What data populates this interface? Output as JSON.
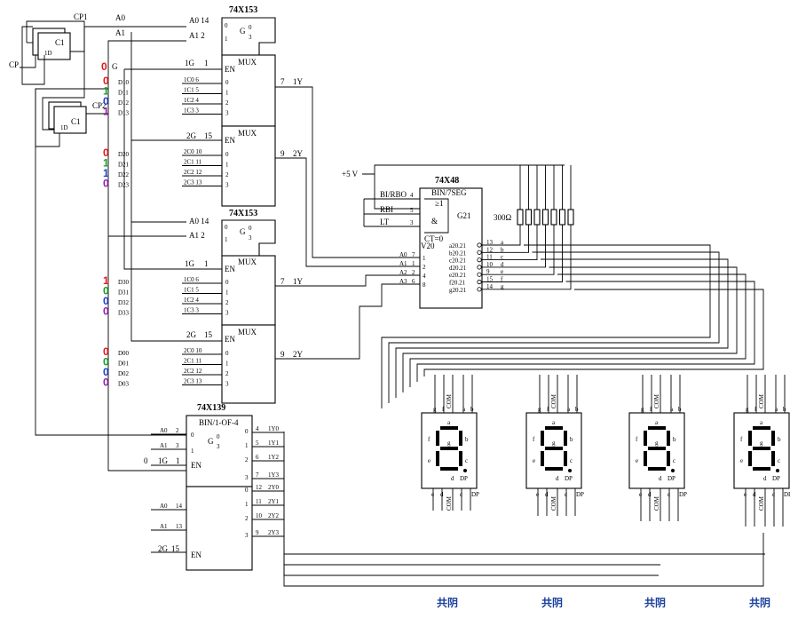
{
  "colors": {
    "red": "#e0171b",
    "green": "#1a9a2a",
    "blue": "#1f3fc4",
    "purple": "#8e1fa8",
    "chinese": "#1a3f9c"
  },
  "labels": {
    "cp": "CP",
    "cp1": "CP1",
    "cp2": "CP2",
    "c1": "C1",
    "one_d": "1D",
    "a0": "A0",
    "a1": "A1",
    "g_bar": "G",
    "vcc": "+5 V",
    "res": "300Ω"
  },
  "mux_upper": {
    "title": "74X153",
    "sel_pins": [
      "A0 14",
      "A1 2"
    ],
    "g_frac": [
      "G",
      "0",
      "3"
    ],
    "en_label": "1G",
    "en_pin": "1",
    "en_text": "EN",
    "mux1": {
      "label": "MUX",
      "out_pin": "7",
      "out_name": "1Y",
      "inputs": [
        {
          "pin": "1C0 6",
          "d": "D10",
          "val": "0",
          "color": "red"
        },
        {
          "pin": "1C1 5",
          "d": "D11",
          "val": "1",
          "color": "green"
        },
        {
          "pin": "1C2 4",
          "d": "D12",
          "val": "0",
          "color": "blue"
        },
        {
          "pin": "1C3 3",
          "d": "D13",
          "val": "1",
          "color": "purple"
        }
      ]
    },
    "mux2": {
      "label": "MUX",
      "en_label": "2G",
      "en_pin": "15",
      "out_pin": "9",
      "out_name": "2Y",
      "inputs": [
        {
          "pin": "2C0 10",
          "d": "D20",
          "val": "0",
          "color": "red"
        },
        {
          "pin": "2C1 11",
          "d": "D21",
          "val": "1",
          "color": "green"
        },
        {
          "pin": "2C2 12",
          "d": "D22",
          "val": "1",
          "color": "blue"
        },
        {
          "pin": "2C3 13",
          "d": "D23",
          "val": "0",
          "color": "purple"
        }
      ]
    },
    "g_value": "0"
  },
  "mux_lower": {
    "title": "74X153",
    "sel_pins": [
      "A0 14",
      "A1 2"
    ],
    "mux1": {
      "label": "MUX",
      "en_label": "1G",
      "en_pin": "1",
      "out_pin": "7",
      "out_name": "1Y",
      "inputs": [
        {
          "pin": "1C0 6",
          "d": "D30",
          "val": "1",
          "color": "red"
        },
        {
          "pin": "1C1 5",
          "d": "D31",
          "val": "0",
          "color": "green"
        },
        {
          "pin": "1C2 4",
          "d": "D32",
          "val": "0",
          "color": "blue"
        },
        {
          "pin": "1C3 3",
          "d": "D33",
          "val": "0",
          "color": "purple"
        }
      ]
    },
    "mux2": {
      "label": "MUX",
      "en_label": "2G",
      "en_pin": "15",
      "out_pin": "9",
      "out_name": "2Y",
      "inputs": [
        {
          "pin": "2C0 10",
          "d": "D00",
          "val": "0",
          "color": "red"
        },
        {
          "pin": "2C1 11",
          "d": "D01",
          "val": "0",
          "color": "green"
        },
        {
          "pin": "2C2 12",
          "d": "D02",
          "val": "0",
          "color": "blue"
        },
        {
          "pin": "2C3 13",
          "d": "D03",
          "val": "0",
          "color": "purple"
        }
      ]
    }
  },
  "decoder_seg": {
    "title": "74X48",
    "func": "BIN/7SEG",
    "ctl": [
      {
        "name": "BI/RBO",
        "pin": "4"
      },
      {
        "name": "RBI",
        "pin": "5"
      },
      {
        "name": "LT",
        "pin": "3"
      }
    ],
    "ge1": "≥1",
    "amp": "&",
    "g21": "G21",
    "ct0": "CT=0",
    "v20": "V20",
    "inputs": [
      {
        "name": "A0",
        "pin": "7",
        "idx": "1"
      },
      {
        "name": "A1",
        "pin": "1",
        "idx": "2"
      },
      {
        "name": "A2",
        "pin": "2",
        "idx": "4"
      },
      {
        "name": "A3",
        "pin": "6",
        "idx": "8"
      }
    ],
    "outputs": [
      {
        "name": "a20.21",
        "pin": "13",
        "seg": "a"
      },
      {
        "name": "b20.21",
        "pin": "12",
        "seg": "b"
      },
      {
        "name": "c20.21",
        "pin": "11",
        "seg": "c"
      },
      {
        "name": "d20.21",
        "pin": "10",
        "seg": "d"
      },
      {
        "name": "e20.21",
        "pin": "9",
        "seg": "e"
      },
      {
        "name": "f20.21",
        "pin": "15",
        "seg": "f"
      },
      {
        "name": "g20.21",
        "pin": "14",
        "seg": "g"
      }
    ]
  },
  "decoder_139": {
    "title": "74X139",
    "func": "BIN/1-OF-4",
    "g_frac": [
      "G",
      "0",
      "3"
    ],
    "upper": {
      "en_label": "1G",
      "en_pin": "1",
      "en_val": "0",
      "sel": [
        {
          "name": "A0",
          "pin": "2"
        },
        {
          "name": "A1",
          "pin": "3"
        }
      ],
      "outs": [
        {
          "pin": "4",
          "name": "1Y0"
        },
        {
          "pin": "5",
          "name": "1Y1"
        },
        {
          "pin": "6",
          "name": "1Y2"
        },
        {
          "pin": "7",
          "name": "1Y3"
        }
      ]
    },
    "lower": {
      "en_label": "2G",
      "en_pin": "15",
      "sel": [
        {
          "name": "A0",
          "pin": "14"
        },
        {
          "name": "A1",
          "pin": "13"
        }
      ],
      "outs": [
        {
          "pin": "12",
          "name": "2Y0"
        },
        {
          "pin": "11",
          "name": "2Y1"
        },
        {
          "pin": "10",
          "name": "2Y2"
        },
        {
          "pin": "9",
          "name": "2Y3"
        }
      ]
    }
  },
  "display": {
    "com": "COM",
    "dp": "DP",
    "segs": [
      "a",
      "b",
      "c",
      "d",
      "e",
      "f",
      "g"
    ],
    "caption": "共阴"
  }
}
